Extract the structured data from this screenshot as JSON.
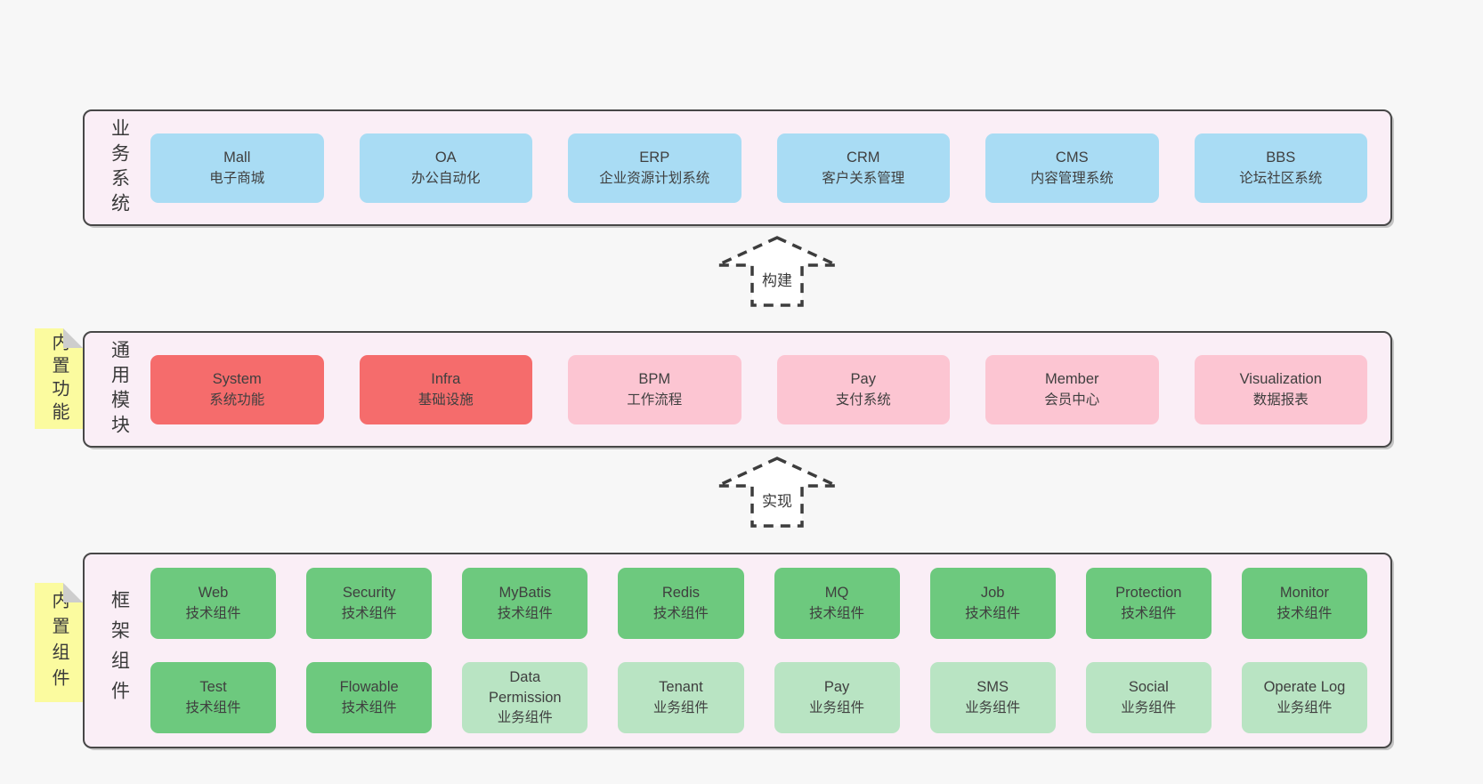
{
  "palette": {
    "page_bg": "#f7f7f7",
    "panel_bg": "#faeef6",
    "panel_border": "#474747",
    "box_blue": "#a9dcf4",
    "box_red": "#f56c6c",
    "box_pink": "#fcc5d2",
    "box_green": "#6dc97e",
    "box_green_light": "#b9e4c3",
    "sticky_bg": "#fbfb9f",
    "sticky_fold": "#cdcdcd",
    "text": "#3f3f3f",
    "arrow_outline": "#3d3d3d"
  },
  "sections": {
    "business": {
      "label": "业务系统",
      "boxes": [
        {
          "en": "Mall",
          "zh": "电子商城"
        },
        {
          "en": "OA",
          "zh": "办公自动化"
        },
        {
          "en": "ERP",
          "zh": "企业资源计划系统"
        },
        {
          "en": "CRM",
          "zh": "客户关系管理"
        },
        {
          "en": "CMS",
          "zh": "内容管理系统"
        },
        {
          "en": "BBS",
          "zh": "论坛社区系统"
        }
      ]
    },
    "modules": {
      "label": "通用模块",
      "sticky": "内置功能",
      "boxes": [
        {
          "en": "System",
          "zh": "系统功能",
          "variant": "red"
        },
        {
          "en": "Infra",
          "zh": "基础设施",
          "variant": "red"
        },
        {
          "en": "BPM",
          "zh": "工作流程",
          "variant": "pink"
        },
        {
          "en": "Pay",
          "zh": "支付系统",
          "variant": "pink"
        },
        {
          "en": "Member",
          "zh": "会员中心",
          "variant": "pink"
        },
        {
          "en": "Visualization",
          "zh": "数据报表",
          "variant": "pink"
        }
      ]
    },
    "components": {
      "label": "框架组件",
      "sticky": "内置组件",
      "row1": [
        {
          "en": "Web",
          "zh": "技术组件",
          "variant": "green"
        },
        {
          "en": "Security",
          "zh": "技术组件",
          "variant": "green"
        },
        {
          "en": "MyBatis",
          "zh": "技术组件",
          "variant": "green"
        },
        {
          "en": "Redis",
          "zh": "技术组件",
          "variant": "green"
        },
        {
          "en": "MQ",
          "zh": "技术组件",
          "variant": "green"
        },
        {
          "en": "Job",
          "zh": "技术组件",
          "variant": "green"
        },
        {
          "en": "Protection",
          "zh": "技术组件",
          "variant": "green"
        },
        {
          "en": "Monitor",
          "zh": "技术组件",
          "variant": "green"
        }
      ],
      "row2": [
        {
          "en": "Test",
          "zh": "技术组件",
          "variant": "green"
        },
        {
          "en": "Flowable",
          "zh": "技术组件",
          "variant": "green"
        },
        {
          "en": "Data Permission",
          "zh": "业务组件",
          "variant": "green-light"
        },
        {
          "en": "Tenant",
          "zh": "业务组件",
          "variant": "green-light"
        },
        {
          "en": "Pay",
          "zh": "业务组件",
          "variant": "green-light"
        },
        {
          "en": "SMS",
          "zh": "业务组件",
          "variant": "green-light"
        },
        {
          "en": "Social",
          "zh": "业务组件",
          "variant": "green-light"
        },
        {
          "en": "Operate Log",
          "zh": "业务组件",
          "variant": "green-light"
        }
      ]
    }
  },
  "arrows": {
    "build": "构建",
    "implement": "实现"
  }
}
